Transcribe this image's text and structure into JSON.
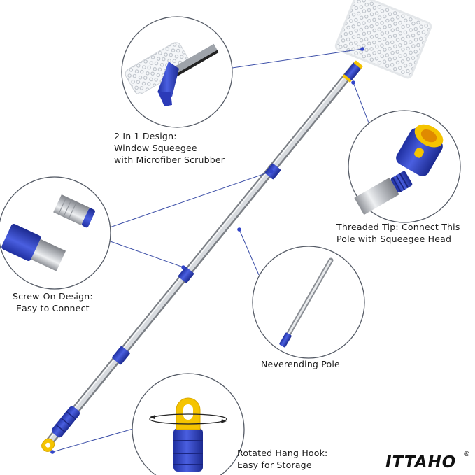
{
  "captions": {
    "two_in_one": [
      "2 In 1 Design:",
      "Window Squeegee",
      "with Microfiber Scrubber"
    ],
    "threaded_tip": [
      "Threaded Tip: Connect This",
      "Pole with Squeegee Head"
    ],
    "screw_on": [
      "Screw-On Design:",
      "Easy to Connect"
    ],
    "neverending": [
      "Neverending Pole"
    ],
    "hang_hook": [
      "Rotated Hang Hook:",
      "Easy for Storage"
    ]
  },
  "brand": {
    "name": "ITTAHO",
    "reg_mark": "®"
  },
  "colors": {
    "accent_blue": "#3346c9",
    "hook_yellow": "#f5c400",
    "pole_silver": "#c9ccd1",
    "callout_line": "#3c4fa8"
  }
}
